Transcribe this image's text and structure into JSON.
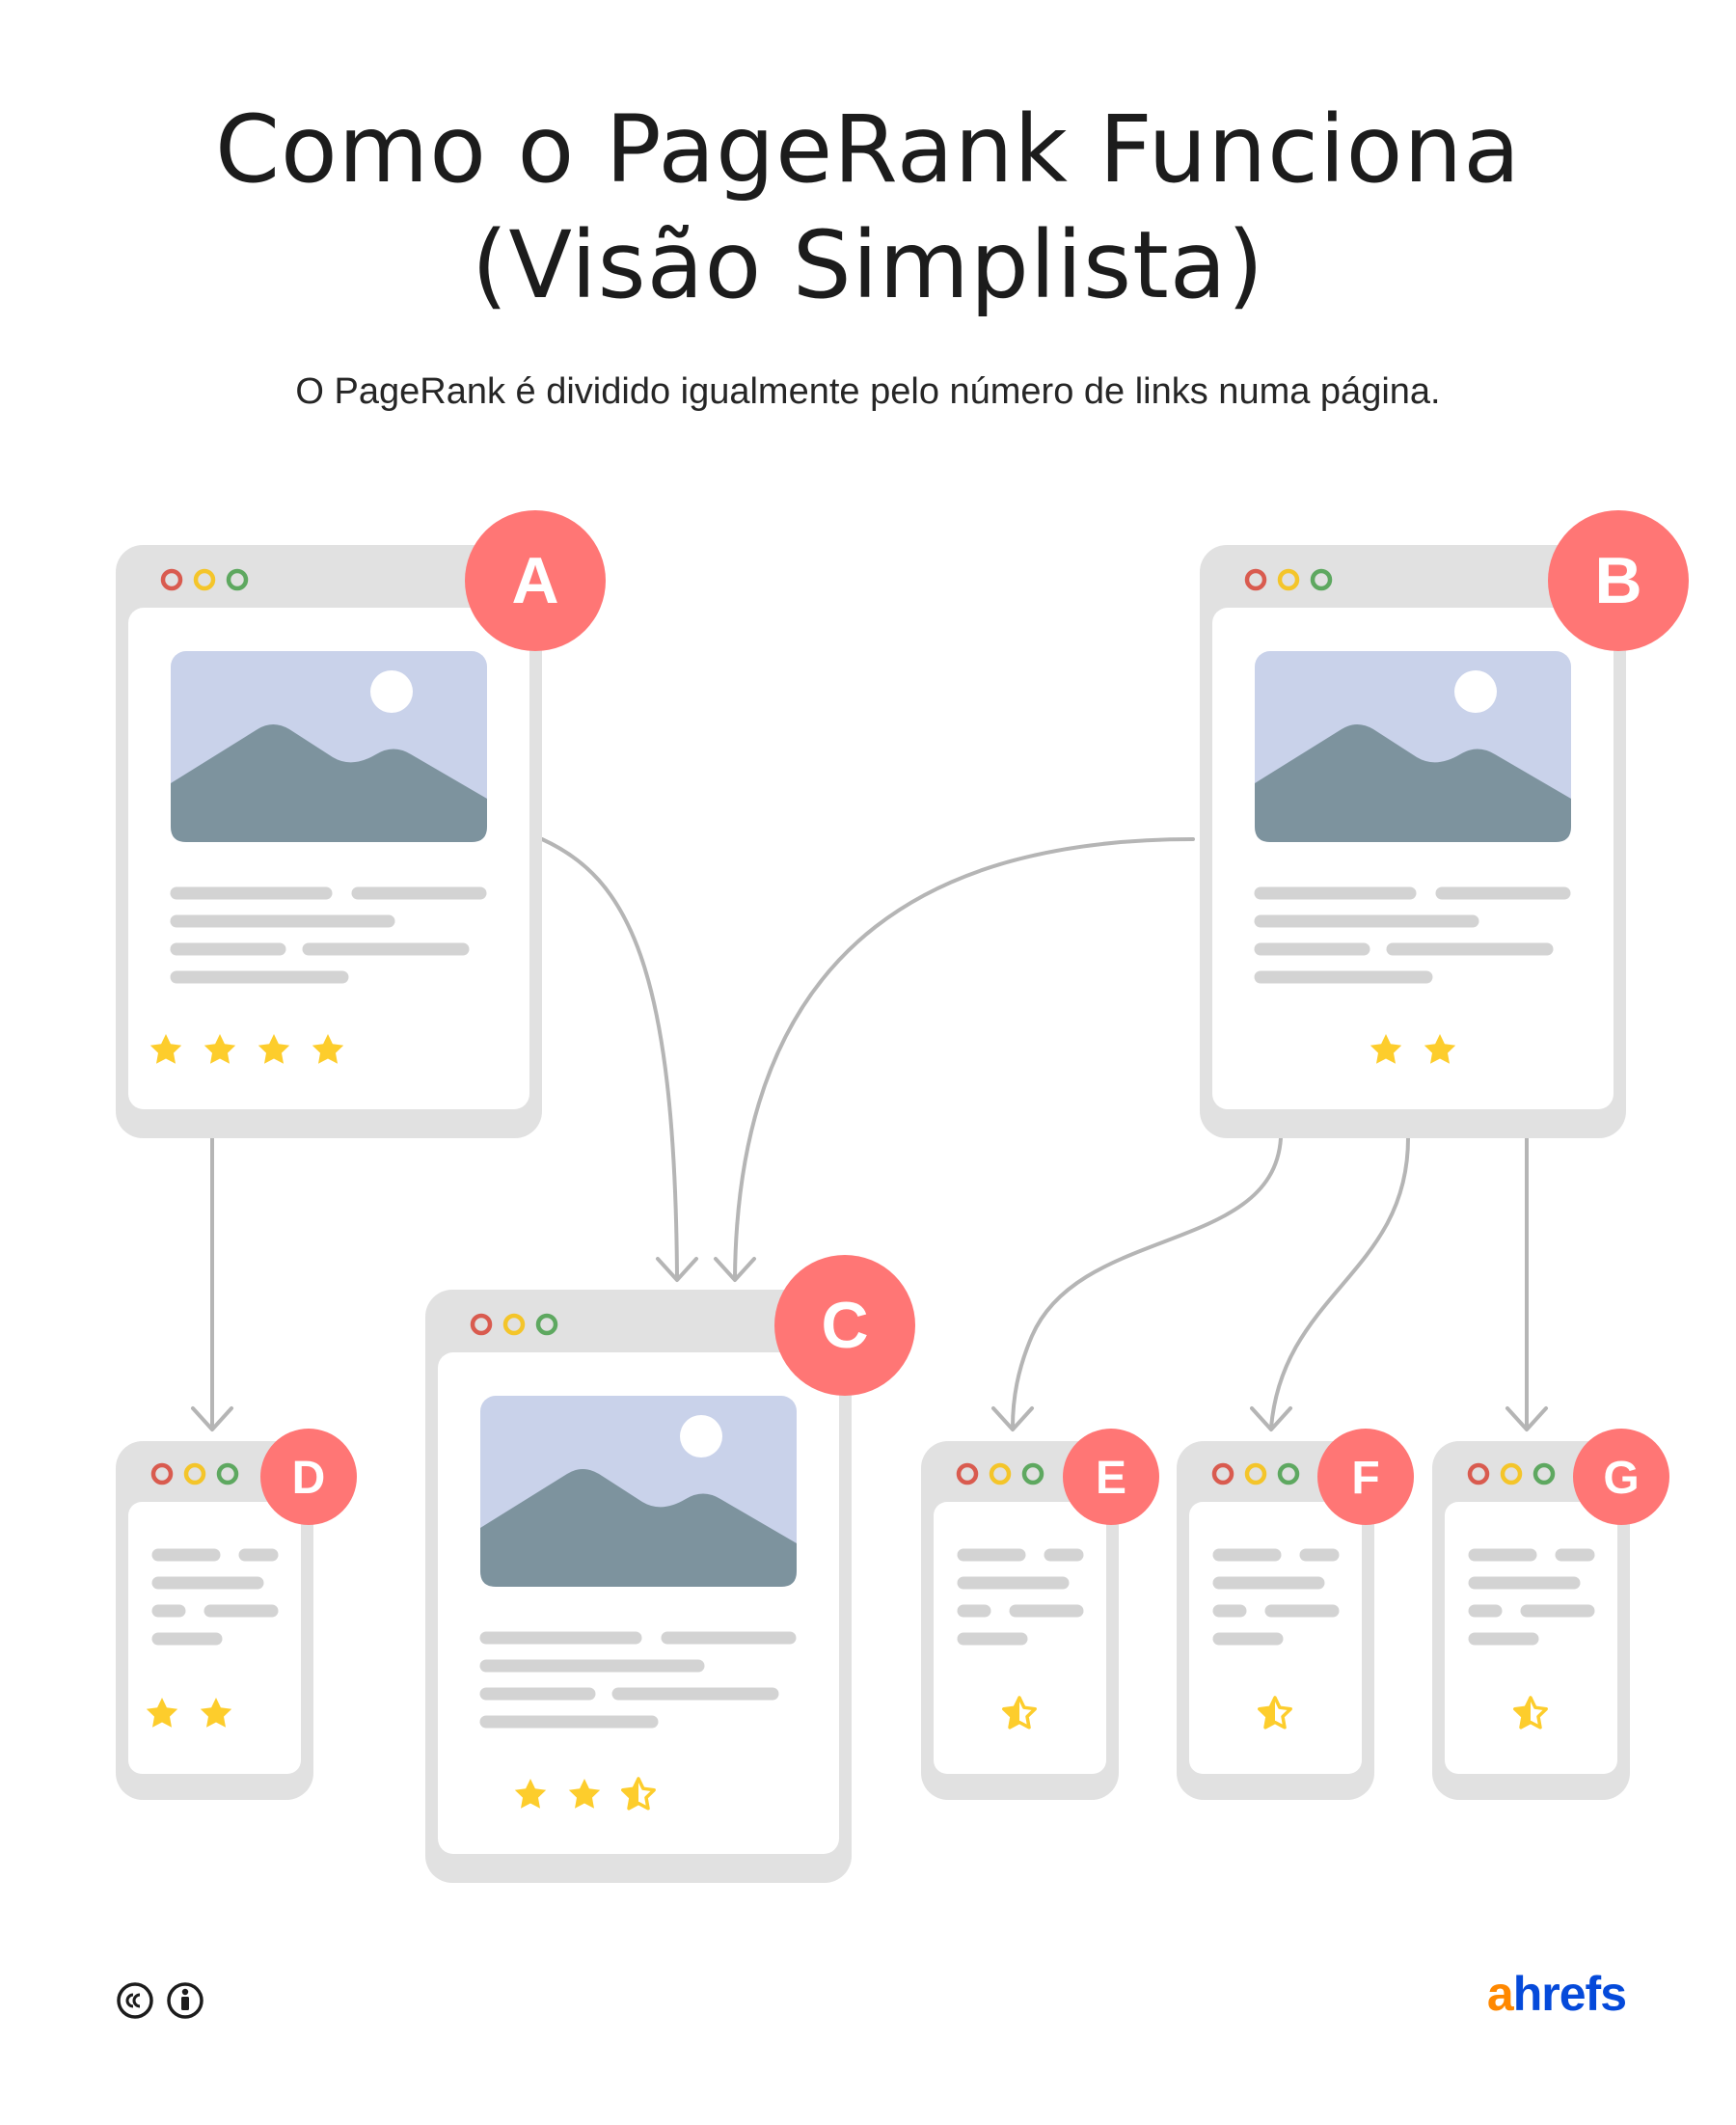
{
  "title": {
    "line1": "Como o PageRank Funciona",
    "line2": "(Visão Simplista)"
  },
  "subtitle": "O PageRank é dividido igualmente pelo número de links numa página.",
  "pages": [
    {
      "id": "A",
      "label": "A",
      "stars": 4
    },
    {
      "id": "B",
      "label": "B",
      "stars": 2
    },
    {
      "id": "C",
      "label": "C",
      "stars": 2.5
    },
    {
      "id": "D",
      "label": "D",
      "stars": 2
    },
    {
      "id": "E",
      "label": "E",
      "stars": 0.5
    },
    {
      "id": "F",
      "label": "F",
      "stars": 0.5
    },
    {
      "id": "G",
      "label": "G",
      "stars": 0.5
    }
  ],
  "links": [
    {
      "from": "A",
      "to": "C"
    },
    {
      "from": "A",
      "to": "D"
    },
    {
      "from": "B",
      "to": "C"
    },
    {
      "from": "B",
      "to": "E"
    },
    {
      "from": "B",
      "to": "F"
    },
    {
      "from": "B",
      "to": "G"
    }
  ],
  "footer": {
    "license_icons": [
      "creative-commons-icon",
      "attribution-icon"
    ],
    "logo": {
      "a": "a",
      "rest": "hrefs"
    }
  },
  "colors": {
    "badge": "#ff7675",
    "star": "#fdcd2c",
    "frame": "#e1e1e1",
    "image_bg": "#c9d2ea",
    "mountain": "#7d939e",
    "arrow": "#b5b5b5",
    "logo_a": "#ff8800",
    "logo_rest": "#054ada"
  }
}
